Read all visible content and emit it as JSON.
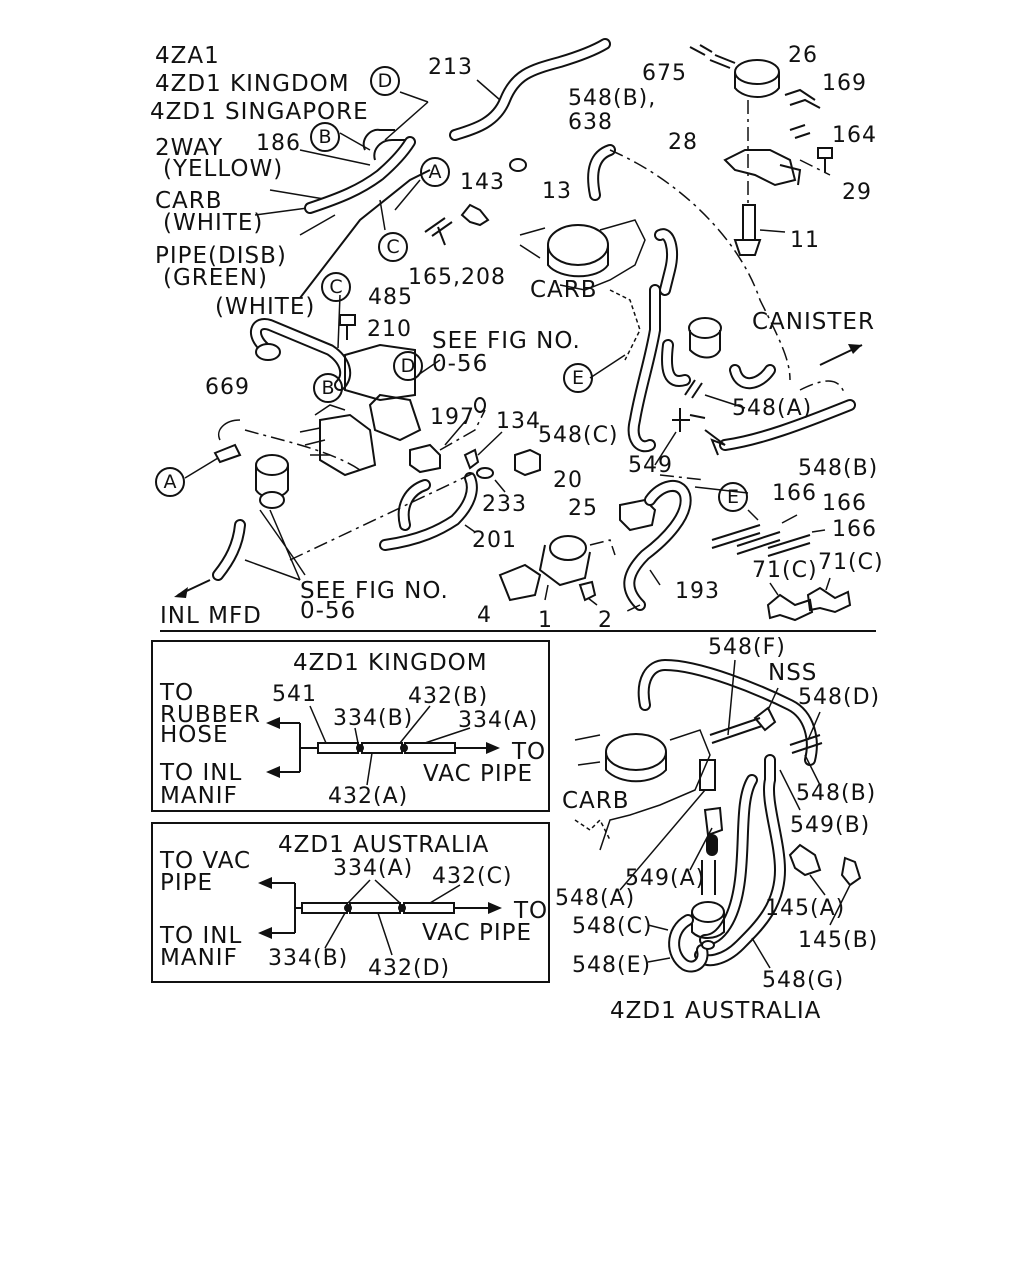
{
  "header_labels": {
    "line1": "4ZA1",
    "line2": "4ZD1 KINGDOM",
    "line3": "4ZD1 SINGAPORE"
  },
  "callouts": {
    "c213": "213",
    "c675": "675",
    "c26": "26",
    "c169": "169",
    "c548b_638_a": "548(B),",
    "c548b_638_b": "638",
    "c164": "164",
    "c28": "28",
    "c29": "29",
    "c11": "11",
    "c186": "186",
    "c2way_a": "2WAY",
    "c2way_b": "(YELLOW)",
    "c143": "143",
    "c13": "13",
    "carb_a": "CARB",
    "carb_b": "(WHITE)",
    "pipe_a": "PIPE(DISB)",
    "pipe_b": "(GREEN)",
    "c165_208": "165,208",
    "carb_main": "CARB",
    "white": "(WHITE)",
    "c485": "485",
    "c210": "210",
    "see_fig_top_a": "SEE FIG NO.",
    "see_fig_top_b": "0-56",
    "canister": "CANISTER",
    "c669": "669",
    "c548a_top": "548(A)",
    "c197": "197",
    "c134": "134",
    "c548c_top": "548(C)",
    "c549_top": "549",
    "c548b_right": "548(B)",
    "c20": "20",
    "c233": "233",
    "c25": "25",
    "c166_a": "166",
    "c166_b": "166",
    "c166_c": "166",
    "c201": "201",
    "c193": "193",
    "c71c_a": "71(C)",
    "c71c_b": "71(C)",
    "see_fig_bot_a": "SEE FIG NO.",
    "see_fig_bot_b": "0-56",
    "inl_mfd": "INL MFD",
    "c4": "4",
    "c1": "1",
    "c2": "2"
  },
  "circle_markers": {
    "D": "D",
    "B": "B",
    "A": "A",
    "C": "C",
    "E": "E"
  },
  "kingdom_box": {
    "title": "4ZD1 KINGDOM",
    "to_rubber_a": "TO",
    "to_rubber_b": "RUBBER",
    "to_rubber_c": "HOSE",
    "to_inl_a": "TO INL",
    "to_inl_b": "MANIF",
    "c541": "541",
    "c334b": "334(B)",
    "c432b": "432(B)",
    "c334a": "334(A)",
    "to_vac_a": "TO",
    "to_vac_b": "VAC PIPE",
    "c432a": "432(A)"
  },
  "australia_box": {
    "title": "4ZD1 AUSTRALIA",
    "to_vac_pipe_a": "TO VAC",
    "to_vac_pipe_b": "PIPE",
    "c334a": "334(A)",
    "c432c": "432(C)",
    "to_a": "TO",
    "vac_pipe": "VAC PIPE",
    "to_inl_a": "TO INL",
    "to_inl_b": "MANIF",
    "c334b": "334(B)",
    "c432d": "432(D)"
  },
  "australia_view": {
    "c548f": "548(F)",
    "nss": "NSS",
    "c548d": "548(D)",
    "carb": "CARB",
    "c548b": "548(B)",
    "c549b": "549(B)",
    "c548a": "548(A)",
    "c549a": "549(A)",
    "c548c": "548(C)",
    "c548e": "548(E)",
    "c145a": "145(A)",
    "c145b": "145(B)",
    "c548g": "548(G)",
    "caption": "4ZD1 AUSTRALIA"
  }
}
